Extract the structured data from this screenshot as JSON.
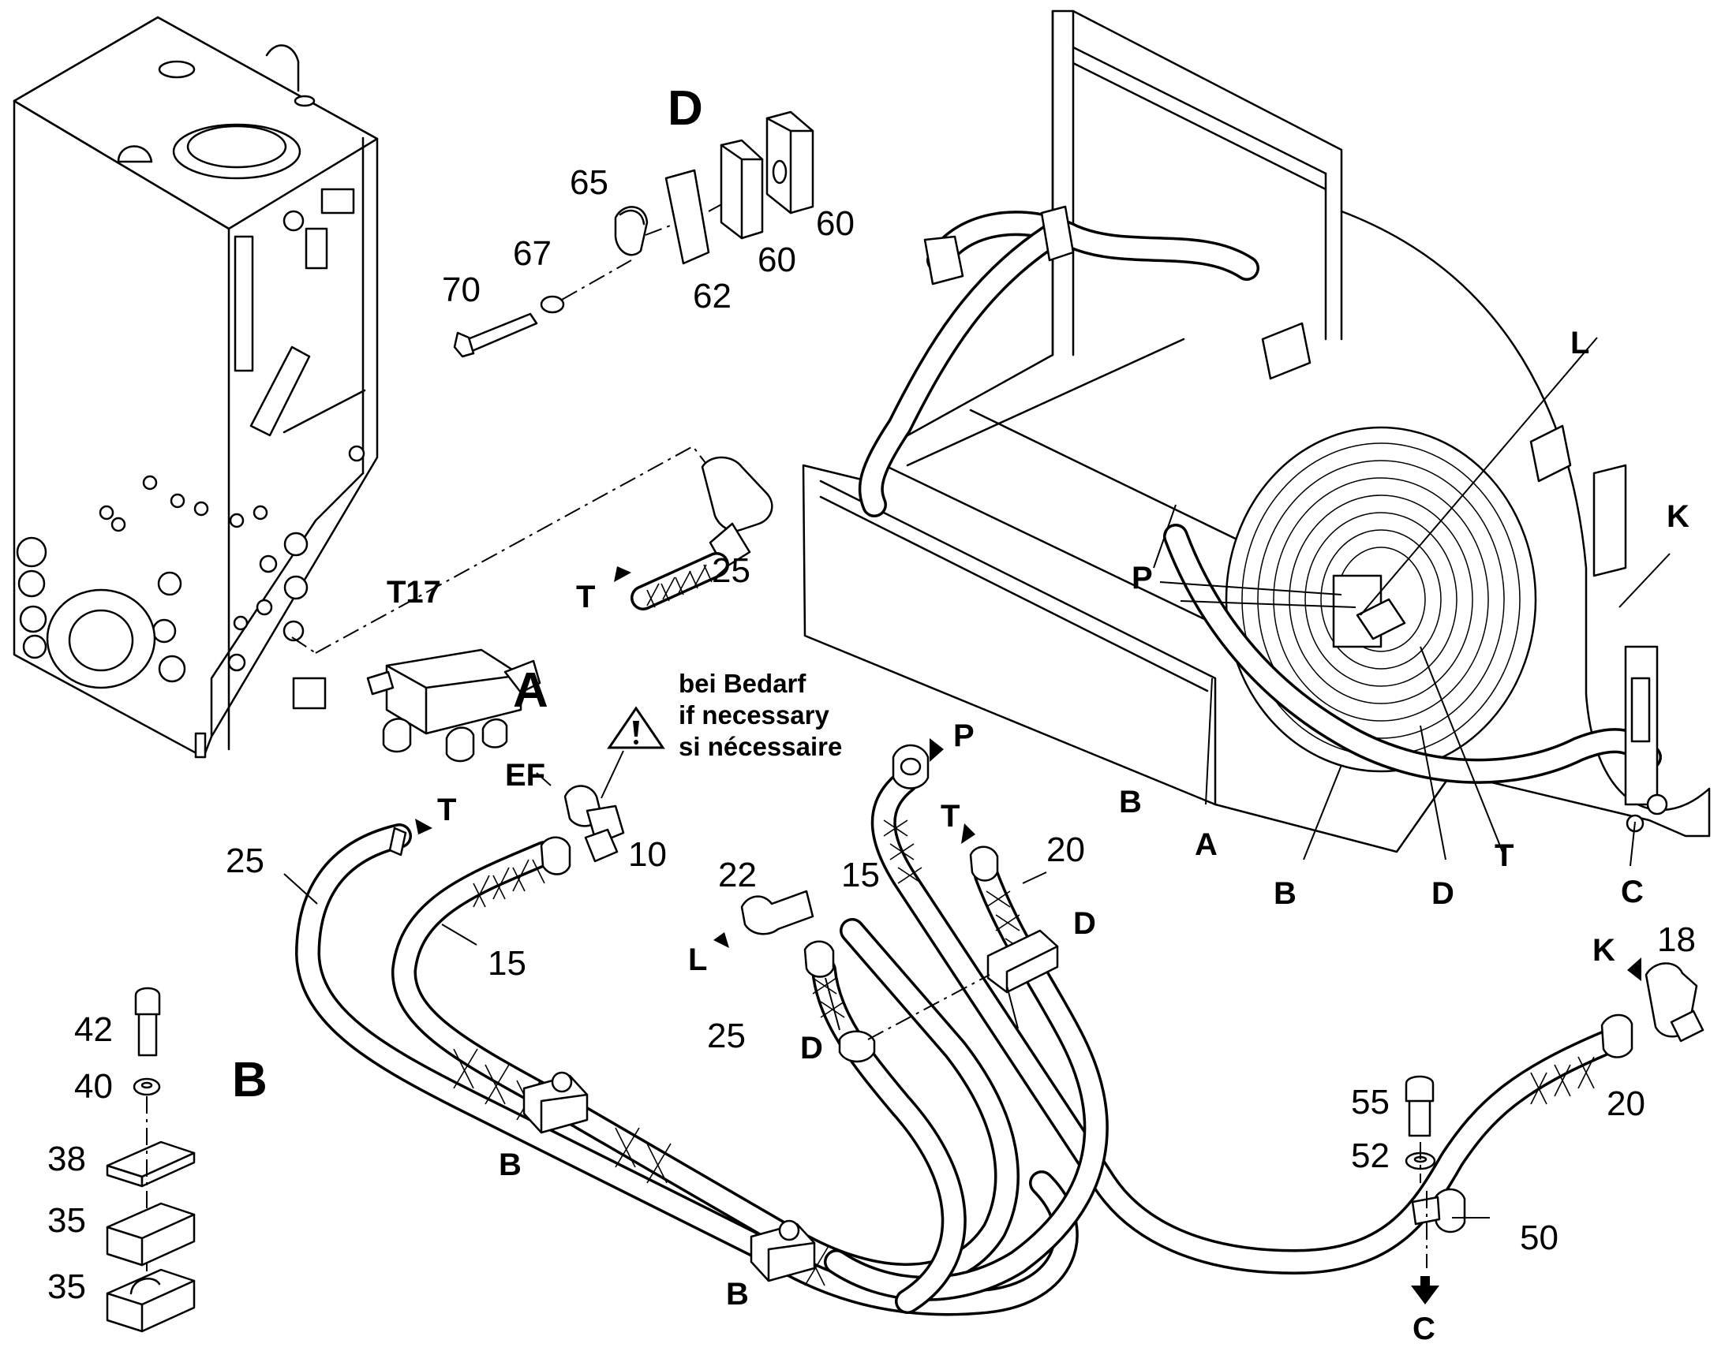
{
  "callouts": {
    "c65": "65",
    "c67": "67",
    "c70": "70",
    "c62": "62",
    "c60a": "60",
    "c60b": "60",
    "c25_top": "25",
    "c25_left": "25",
    "c25_mid": "25",
    "c10": "10",
    "c22": "22",
    "c15_left": "15",
    "c15_mid": "15",
    "c20_mid": "20",
    "c20_right": "20",
    "c18": "18",
    "c42": "42",
    "c40": "40",
    "c38": "38",
    "c35a": "35",
    "c35b": "35",
    "c55": "55",
    "c52": "52",
    "c50": "50"
  },
  "letters": {
    "detail_a": "A",
    "detail_b": "B",
    "detail_d": "D",
    "t17": "T17",
    "ef": "EF",
    "t_top": "T",
    "t_left": "T",
    "t_mid": "T",
    "t_right": "T",
    "p_mid": "P",
    "p_right": "P",
    "l_mid": "L",
    "l_right": "L",
    "k_right": "K",
    "k_low": "K",
    "b_left1": "B",
    "b_left2": "B",
    "b_right1": "B",
    "b_right2": "B",
    "a_right": "A",
    "c_right": "C",
    "c_bottom": "C",
    "d_right": "D",
    "d_mid1": "D",
    "d_mid2": "D"
  },
  "warning": {
    "line1": "bei Bedarf",
    "line2": "if necessary",
    "line3": "si nécessaire"
  },
  "colors": {
    "ink": "#000000",
    "paper": "#ffffff"
  }
}
